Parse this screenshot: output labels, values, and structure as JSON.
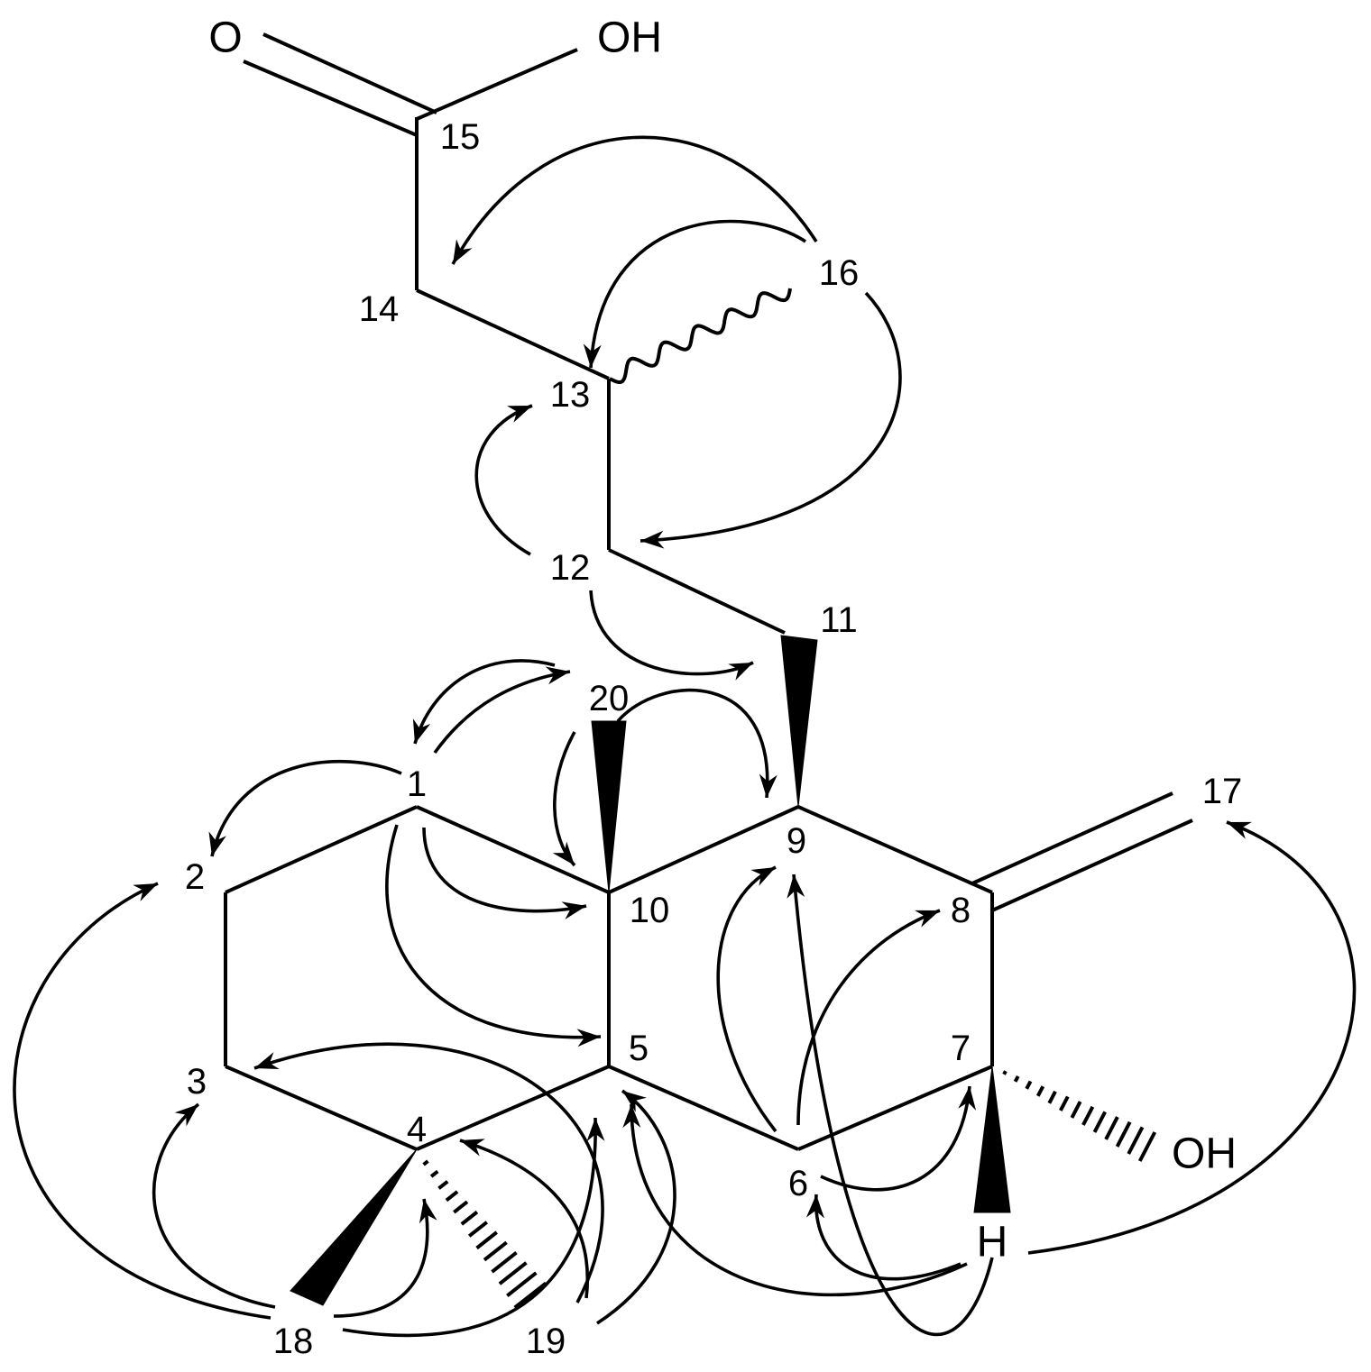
{
  "labels": {
    "o_carbonyl": "O",
    "oh_acid": "OH",
    "c15": "15",
    "c14": "14",
    "c16": "16",
    "c13": "13",
    "c12": "12",
    "c11": "11",
    "c20": "20",
    "c1": "1",
    "c2": "2",
    "c10": "10",
    "c9": "9",
    "c17": "17",
    "c8": "8",
    "c3": "3",
    "c5": "5",
    "c7": "7",
    "c4": "4",
    "c6": "6",
    "oh_c7": "OH",
    "h_c7": "H",
    "c18": "18",
    "c19": "19"
  },
  "colors": {
    "ink": "#000000",
    "background": "#ffffff"
  }
}
